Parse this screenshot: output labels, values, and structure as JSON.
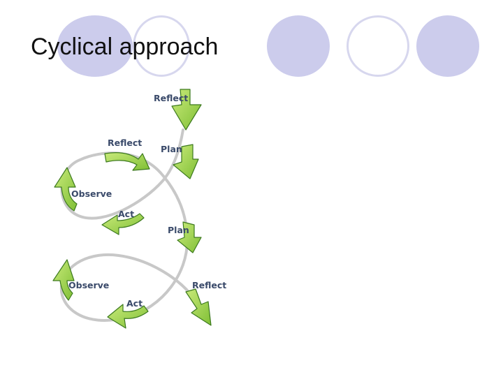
{
  "slide": {
    "title": "Cyclical approach"
  },
  "diagram": {
    "labels": {
      "reflect_top": "Reflect",
      "plan_1": "Plan",
      "reflect_1": "Reflect",
      "observe_1": "Observe",
      "act_1": "Act",
      "plan_2": "Plan",
      "observe_2": "Observe",
      "reflect_2": "Reflect",
      "act_2": "Act"
    },
    "colors": {
      "arrow_fill": "#9dd04a",
      "arrow_stroke": "#3d7a1f",
      "loop_line": "#c8c8c8",
      "decor_circle": "#ccccec"
    }
  }
}
